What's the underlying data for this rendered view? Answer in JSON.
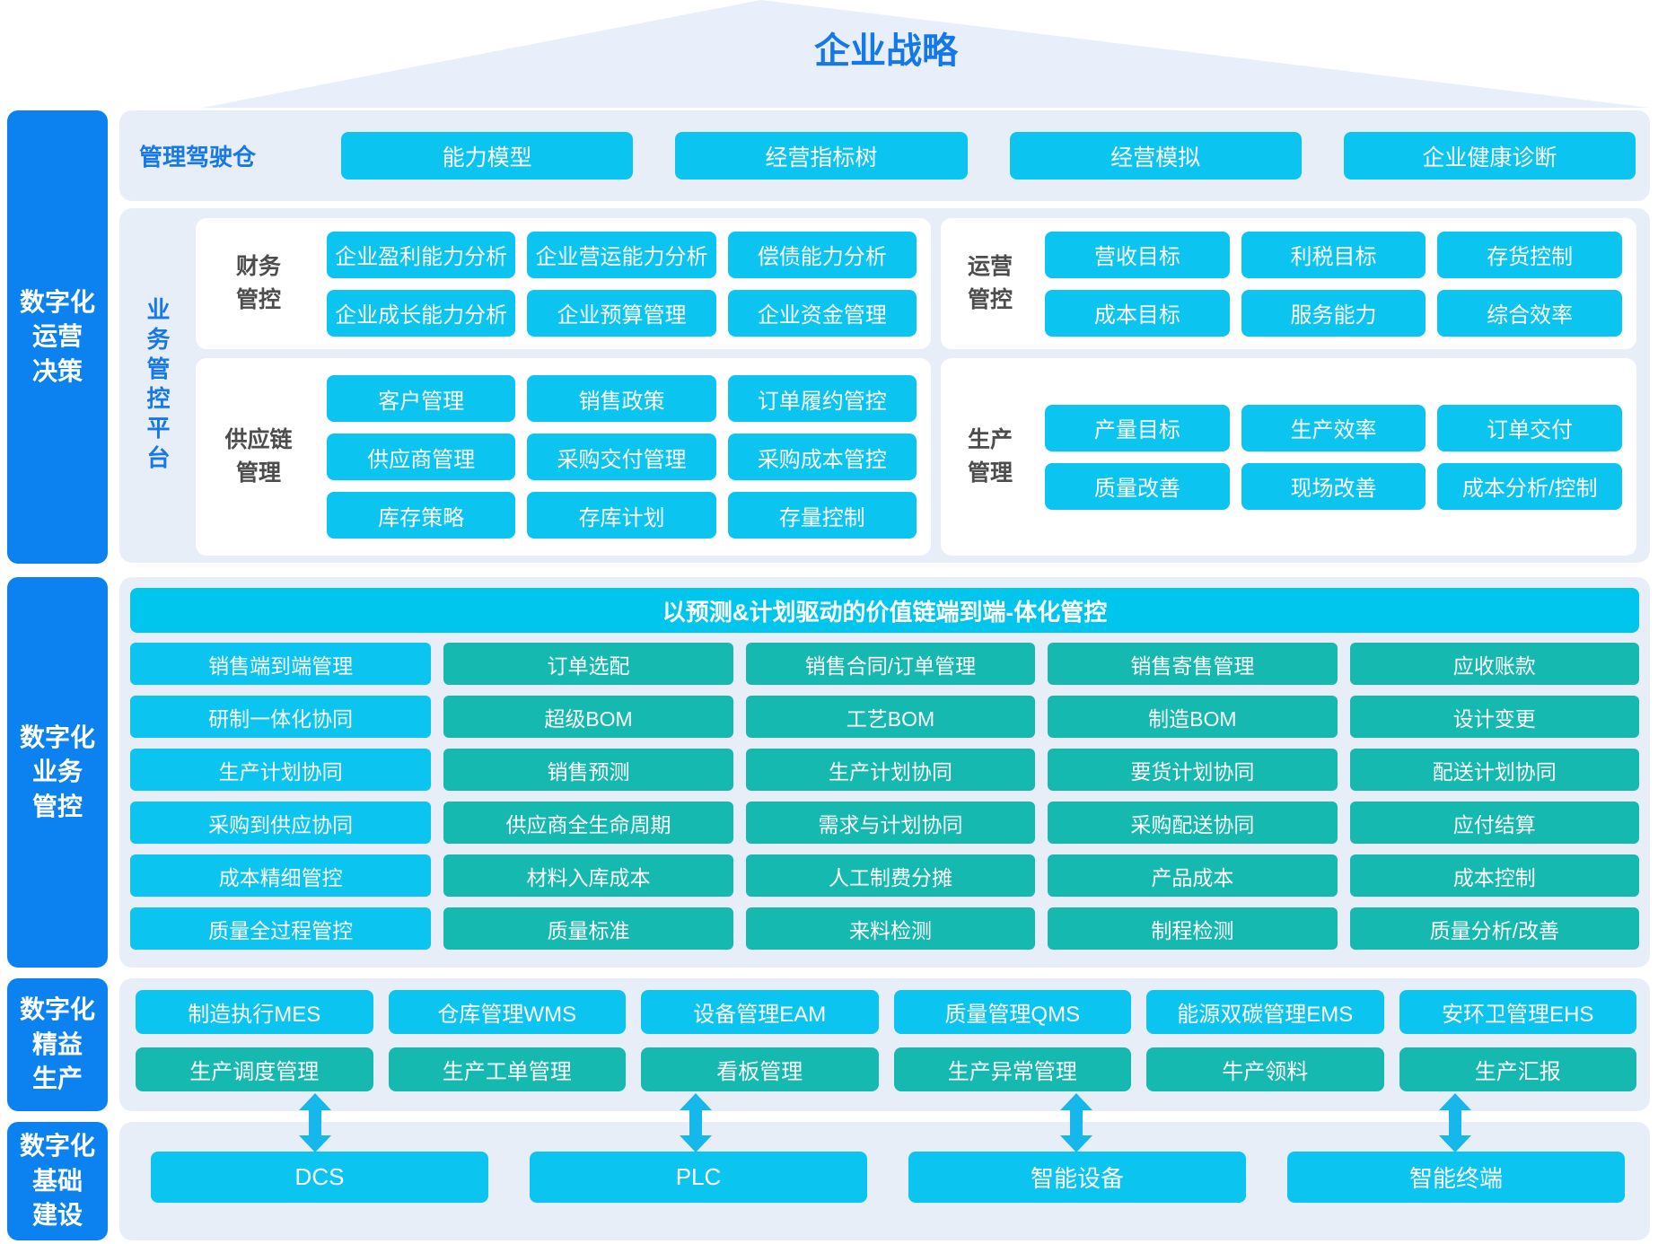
{
  "roof": {
    "title": "企业战略"
  },
  "s1": {
    "sidebar": "数字化\n运营\n决策",
    "cockpit": {
      "label": "管理驾驶仓",
      "items": [
        "能力模型",
        "经营指标树",
        "经营模拟",
        "企业健康诊断"
      ]
    },
    "platform": {
      "label": "业务管控平台",
      "finance": {
        "label": "财务\n管控",
        "items": [
          "企业盈利能力分析",
          "企业营运能力分析",
          "偿债能力分析",
          "企业成长能力分析",
          "企业预算管理",
          "企业资金管理"
        ]
      },
      "operation": {
        "label": "运营\n管控",
        "items": [
          "营收目标",
          "利税目标",
          "存货控制",
          "成本目标",
          "服务能力",
          "综合效率"
        ]
      },
      "supply": {
        "label": "供应链\n管理",
        "items": [
          "客户管理",
          "销售政策",
          "订单履约管控",
          "供应商管理",
          "采购交付管理",
          "采购成本管控",
          "库存策略",
          "存库计划",
          "存量控制"
        ]
      },
      "production": {
        "label": "生产\n管理",
        "items": [
          "产量目标",
          "生产效率",
          "订单交付",
          "质量改善",
          "现场改善",
          "成本分析/控制"
        ]
      }
    }
  },
  "s2": {
    "sidebar": "数字化\n业务\n管控",
    "header": "以预测&计划驱动的价值链端到端-体化管控",
    "rows": [
      [
        "销售端到端管理",
        "订单选配",
        "销售合同/订单管理",
        "销售寄售管理",
        "应收账款"
      ],
      [
        "研制一体化协同",
        "超级BOM",
        "工艺BOM",
        "制造BOM",
        "设计变更"
      ],
      [
        "生产计划协同",
        "销售预测",
        "生产计划协同",
        "要货计划协同",
        "配送计划协同"
      ],
      [
        "采购到供应协同",
        "供应商全生命周期",
        "需求与计划协同",
        "采购配送协同",
        "应付结算"
      ],
      [
        "成本精细管控",
        "材料入库成本",
        "人工制费分摊",
        "产品成本",
        "成本控制"
      ],
      [
        "质量全过程管控",
        "质量标准",
        "来料检测",
        "制程检测",
        "质量分析/改善"
      ]
    ]
  },
  "s3": {
    "sidebar": "数字化\n精益\n生产",
    "rows": [
      [
        "制造执行MES",
        "仓库管理WMS",
        "设备管理EAM",
        "质量管理QMS",
        "能源双碳管理EMS",
        "安环卫管理EHS"
      ],
      [
        "生产调度管理",
        "生产工单管理",
        "看板管理",
        "生产异常管理",
        "牛产领料",
        "生产汇报"
      ]
    ]
  },
  "s4": {
    "sidebar": "数字化\n基础\n建设",
    "items": [
      "DCS",
      "PLC",
      "智能设备",
      "智能终端"
    ]
  },
  "colors": {
    "sidebar_blue": "#0b82f0",
    "title_blue": "#1478eb",
    "cyan": "#0cc4f0",
    "teal": "#15b9b0",
    "header_cyan": "#00c6ee",
    "panel_bg": "#e8eef8",
    "arrow": "#16b8ec"
  }
}
